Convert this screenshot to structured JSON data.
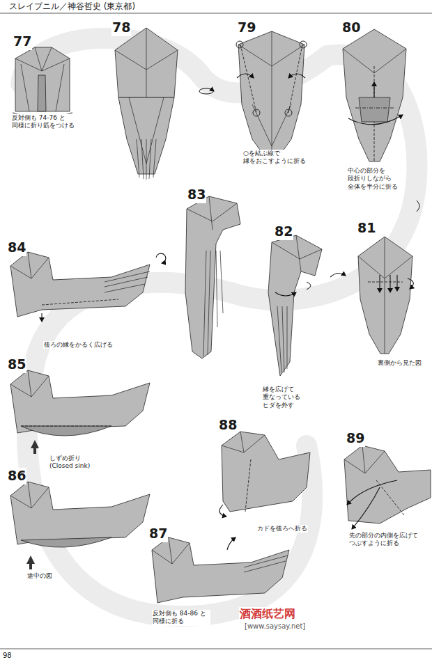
{
  "diagram": {
    "title": "スレイプニル／神谷哲史 (東京都)",
    "labels": [
      "77",
      "反対側も 74-76 と 同様に折り筋をつける",
      "78",
      "79",
      "○を結ぶ線で 縁をおこすように折る",
      "80",
      "中心の部分を 段折りしながら 全体を半分に折る",
      "81",
      "裏側から見た図",
      "82",
      "縁を広げて 重なっている ヒダを外す",
      "83",
      "84",
      "後ろの縁をかるく広げる",
      "85",
      "しずめ折り (Closed sink)",
      "86",
      "途中の図",
      "87",
      "反対側も 84-86 と 同様に折る",
      "88",
      "カドを後ろへ折る",
      "89",
      "先の部分の内側を広げて つぶすように折る",
      "98",
      "酒酒纸艺网",
      "[www.saysay.net]"
    ]
  }
}
